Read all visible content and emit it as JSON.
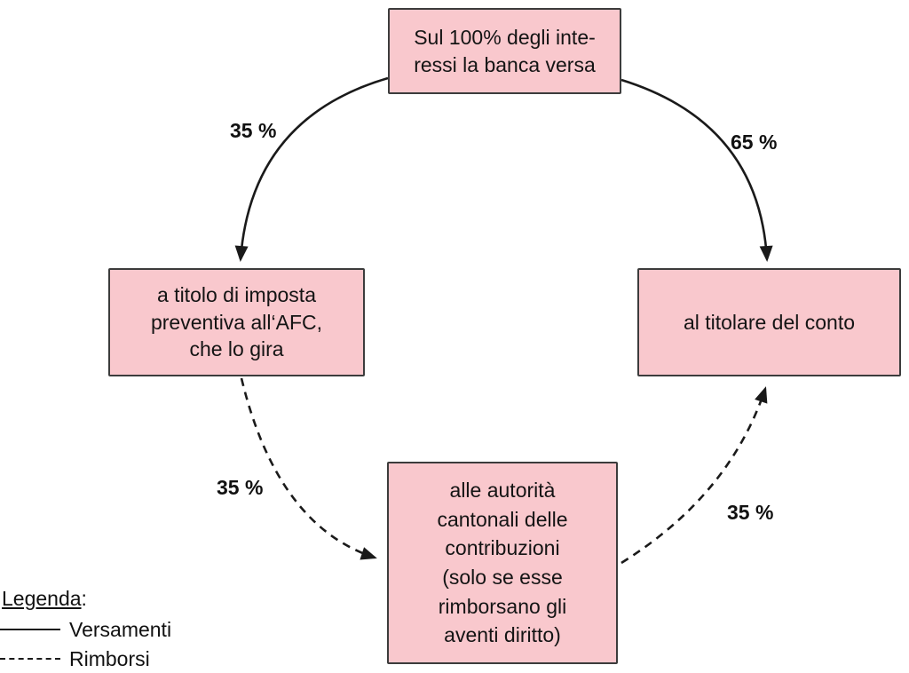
{
  "colors": {
    "box_fill": "#f9c8cd",
    "box_border": "#3c3c3c",
    "line": "#1a1a1a"
  },
  "nodes": {
    "bank": {
      "text": "Sul 100% degli inte-\nressi la banca versa"
    },
    "afc": {
      "text": "a titolo di imposta\npreventiva all‘AFC,\nche lo gira"
    },
    "holder": {
      "text": "al titolare del conto"
    },
    "cantonal": {
      "text": "alle autorità\ncantonali delle\ncontribuzioni\n(solo se esse\nrimborsano gli\naventi diritto)"
    }
  },
  "edges": {
    "bank_to_afc": {
      "label": "35 %",
      "style": "solid"
    },
    "bank_to_holder": {
      "label": "65 %",
      "style": "solid"
    },
    "afc_to_cantonal": {
      "label": "35 %",
      "style": "dashed"
    },
    "cantonal_to_holder": {
      "label": "35 %",
      "style": "dashed"
    }
  },
  "legend": {
    "title": "Legenda",
    "colon": ":",
    "items": [
      {
        "style": "solid",
        "label": "Versamenti"
      },
      {
        "style": "dashed",
        "label": "Rimborsi"
      }
    ]
  }
}
